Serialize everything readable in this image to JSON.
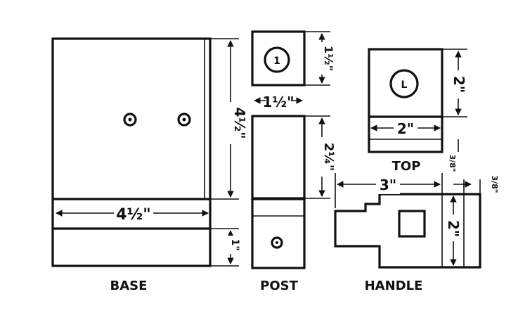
{
  "views": {
    "base": {
      "title": "BASE",
      "width_dim": "4½\"",
      "height_dim": "4½\"",
      "lip_dim": "1\""
    },
    "post": {
      "title": "POST",
      "width_dim": "1½\"",
      "top_block_dim": "1½\"",
      "middle_dim": "2¼\"",
      "top_label": "1"
    },
    "top": {
      "title": "TOP",
      "width_dim": "2\"",
      "height_dim": "2\"",
      "thickness_dim": "3/8\"",
      "hole_label": "L"
    },
    "handle": {
      "title": "HANDLE",
      "length_dim": "3\"",
      "height_dim": "2\"",
      "thickness_dim": "3/8\""
    }
  }
}
